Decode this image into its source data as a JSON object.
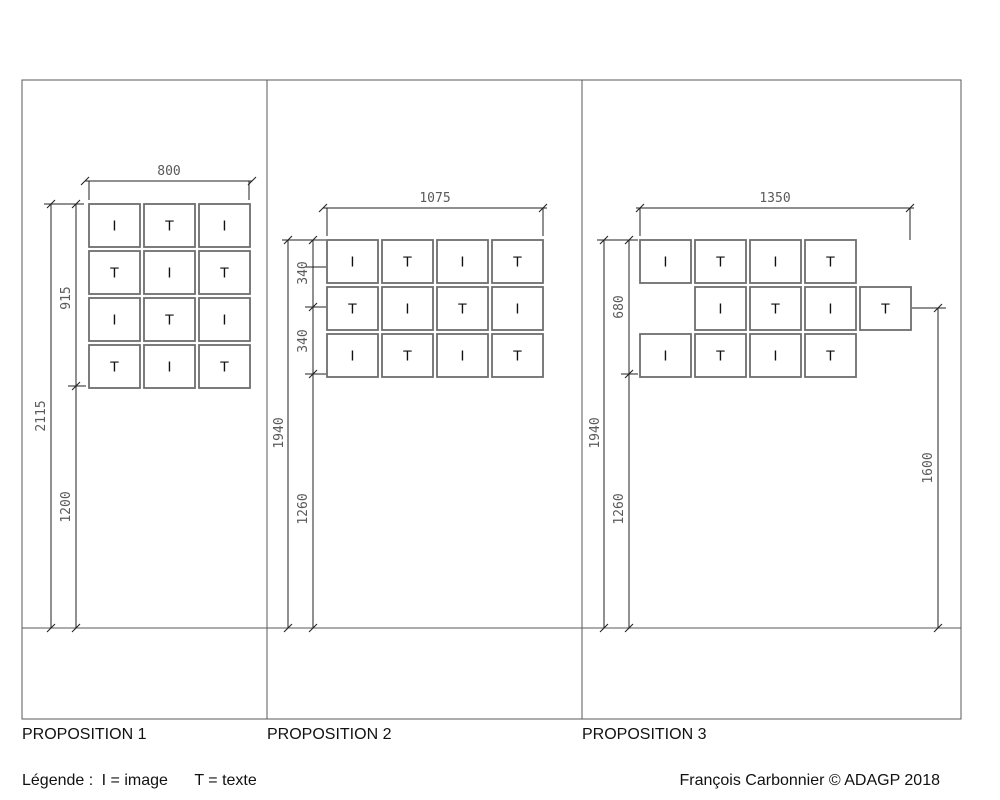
{
  "proposals": [
    {
      "title": "PROPOSITION 1",
      "layout": [
        "ITI",
        "TIT",
        "ITI",
        "TIT"
      ],
      "dimensions": {
        "width": "800",
        "group_height": "915",
        "total_height": "2115",
        "floor_clearance": "1200"
      }
    },
    {
      "title": "PROPOSITION 2",
      "layout": [
        "ITIT",
        "TITI",
        "ITIT"
      ],
      "dimensions": {
        "width": "1075",
        "row_spacing_1": "340",
        "row_spacing_2": "340",
        "total_height": "1940",
        "floor_clearance": "1260"
      }
    },
    {
      "title": "PROPOSITION 3",
      "layout": [
        "ITIT.",
        ".ITIT",
        "ITIT."
      ],
      "dimensions": {
        "width": "1350",
        "group_height": "680",
        "total_height": "1940",
        "floor_clearance": "1260",
        "right_height": "1600"
      }
    }
  ],
  "legend": {
    "label": "Légende :",
    "image": "I = image",
    "text": "T = texte"
  },
  "credit": "François Carbonnier © ADAGP 2018",
  "colors": {
    "tile_border": "#6e6e6e",
    "frame": "#5a5a5a",
    "dimension_text": "#5a5a5a"
  }
}
